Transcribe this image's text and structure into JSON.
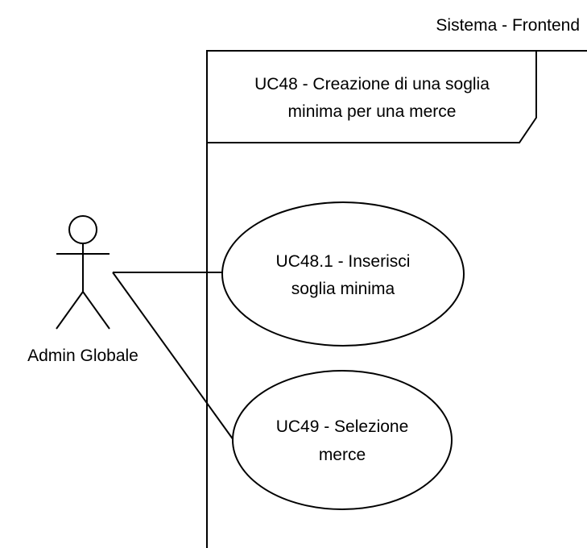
{
  "system": {
    "title": "Sistema - Frontend"
  },
  "frame": {
    "title_line1": "UC48 - Creazione di una soglia",
    "title_line2": "minima per una merce"
  },
  "actor": {
    "label": "Admin Globale",
    "icon": "stick-figure-icon"
  },
  "use_cases": [
    {
      "line1": "UC48.1 - Inserisci",
      "line2": "soglia minima"
    },
    {
      "line1": "UC49 - Selezione",
      "line2": "merce"
    }
  ],
  "colors": {
    "stroke": "#000000",
    "fill": "#ffffff",
    "text": "#000000"
  }
}
